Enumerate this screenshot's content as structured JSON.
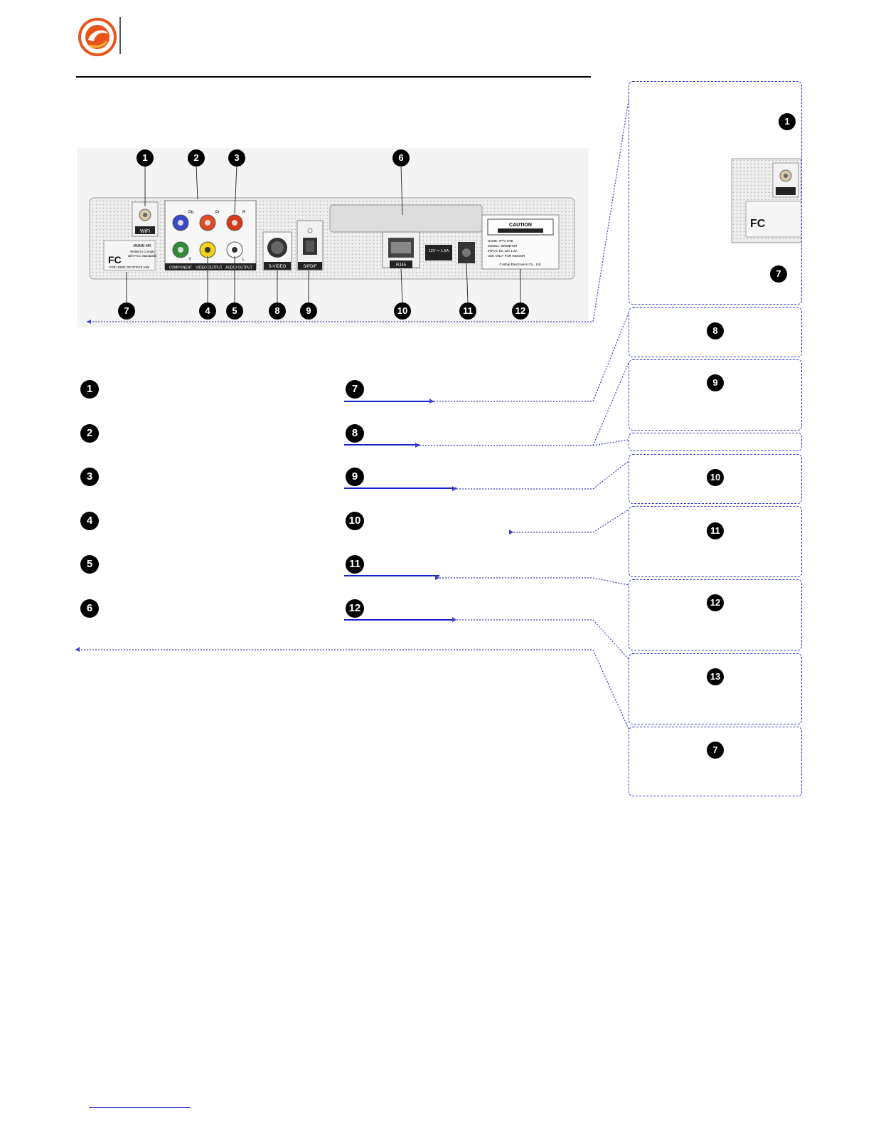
{
  "logo": {
    "icon": "dragon-swirl-logo"
  },
  "diagram": {
    "top_markers": [
      "1",
      "2",
      "3",
      "6"
    ],
    "bottom_markers": [
      "7",
      "4",
      "5",
      "8",
      "9",
      "10",
      "11",
      "12"
    ],
    "panel_labels": {
      "wifi": "WiFi",
      "component": "COMPONENT",
      "video_output": "VIDEO OUTPUT",
      "audio_output": "AUDIO OUTPUT",
      "s_video": "S-VIDEO",
      "spdif": "S/PDIF",
      "rj45": "RJ45",
      "power": "12V ⎓ 1.5A",
      "caution": "CAUTION",
      "pb": "Pb",
      "pr": "Pr",
      "r": "R",
      "y": "Y",
      "l": "L",
      "name_line": "NAME:  IPTV STB",
      "model_line": "MODEL:  MMMB-MR",
      "input_line": "INPUT:    DC 12V 1.5A",
      "use_line": "USE ONLY FOR INDOOR",
      "maker_line": "Coship Electronics Co., Ltd.",
      "fcc_model": "MMMB-MR",
      "fcc_text_1": "Tested to Comply",
      "fcc_text_2": "with FCC Standards",
      "home_office": "FOR HOME OR OFFICE USE"
    }
  },
  "list": {
    "left": [
      "1",
      "2",
      "3",
      "4",
      "5",
      "6"
    ],
    "right": [
      "7",
      "8",
      "9",
      "10",
      "11",
      "12"
    ]
  },
  "callouts": {
    "zoom_markers": [
      "1",
      "7"
    ],
    "boxes": [
      "8",
      "9",
      "",
      "10",
      "11",
      "12",
      "13",
      "7"
    ]
  }
}
